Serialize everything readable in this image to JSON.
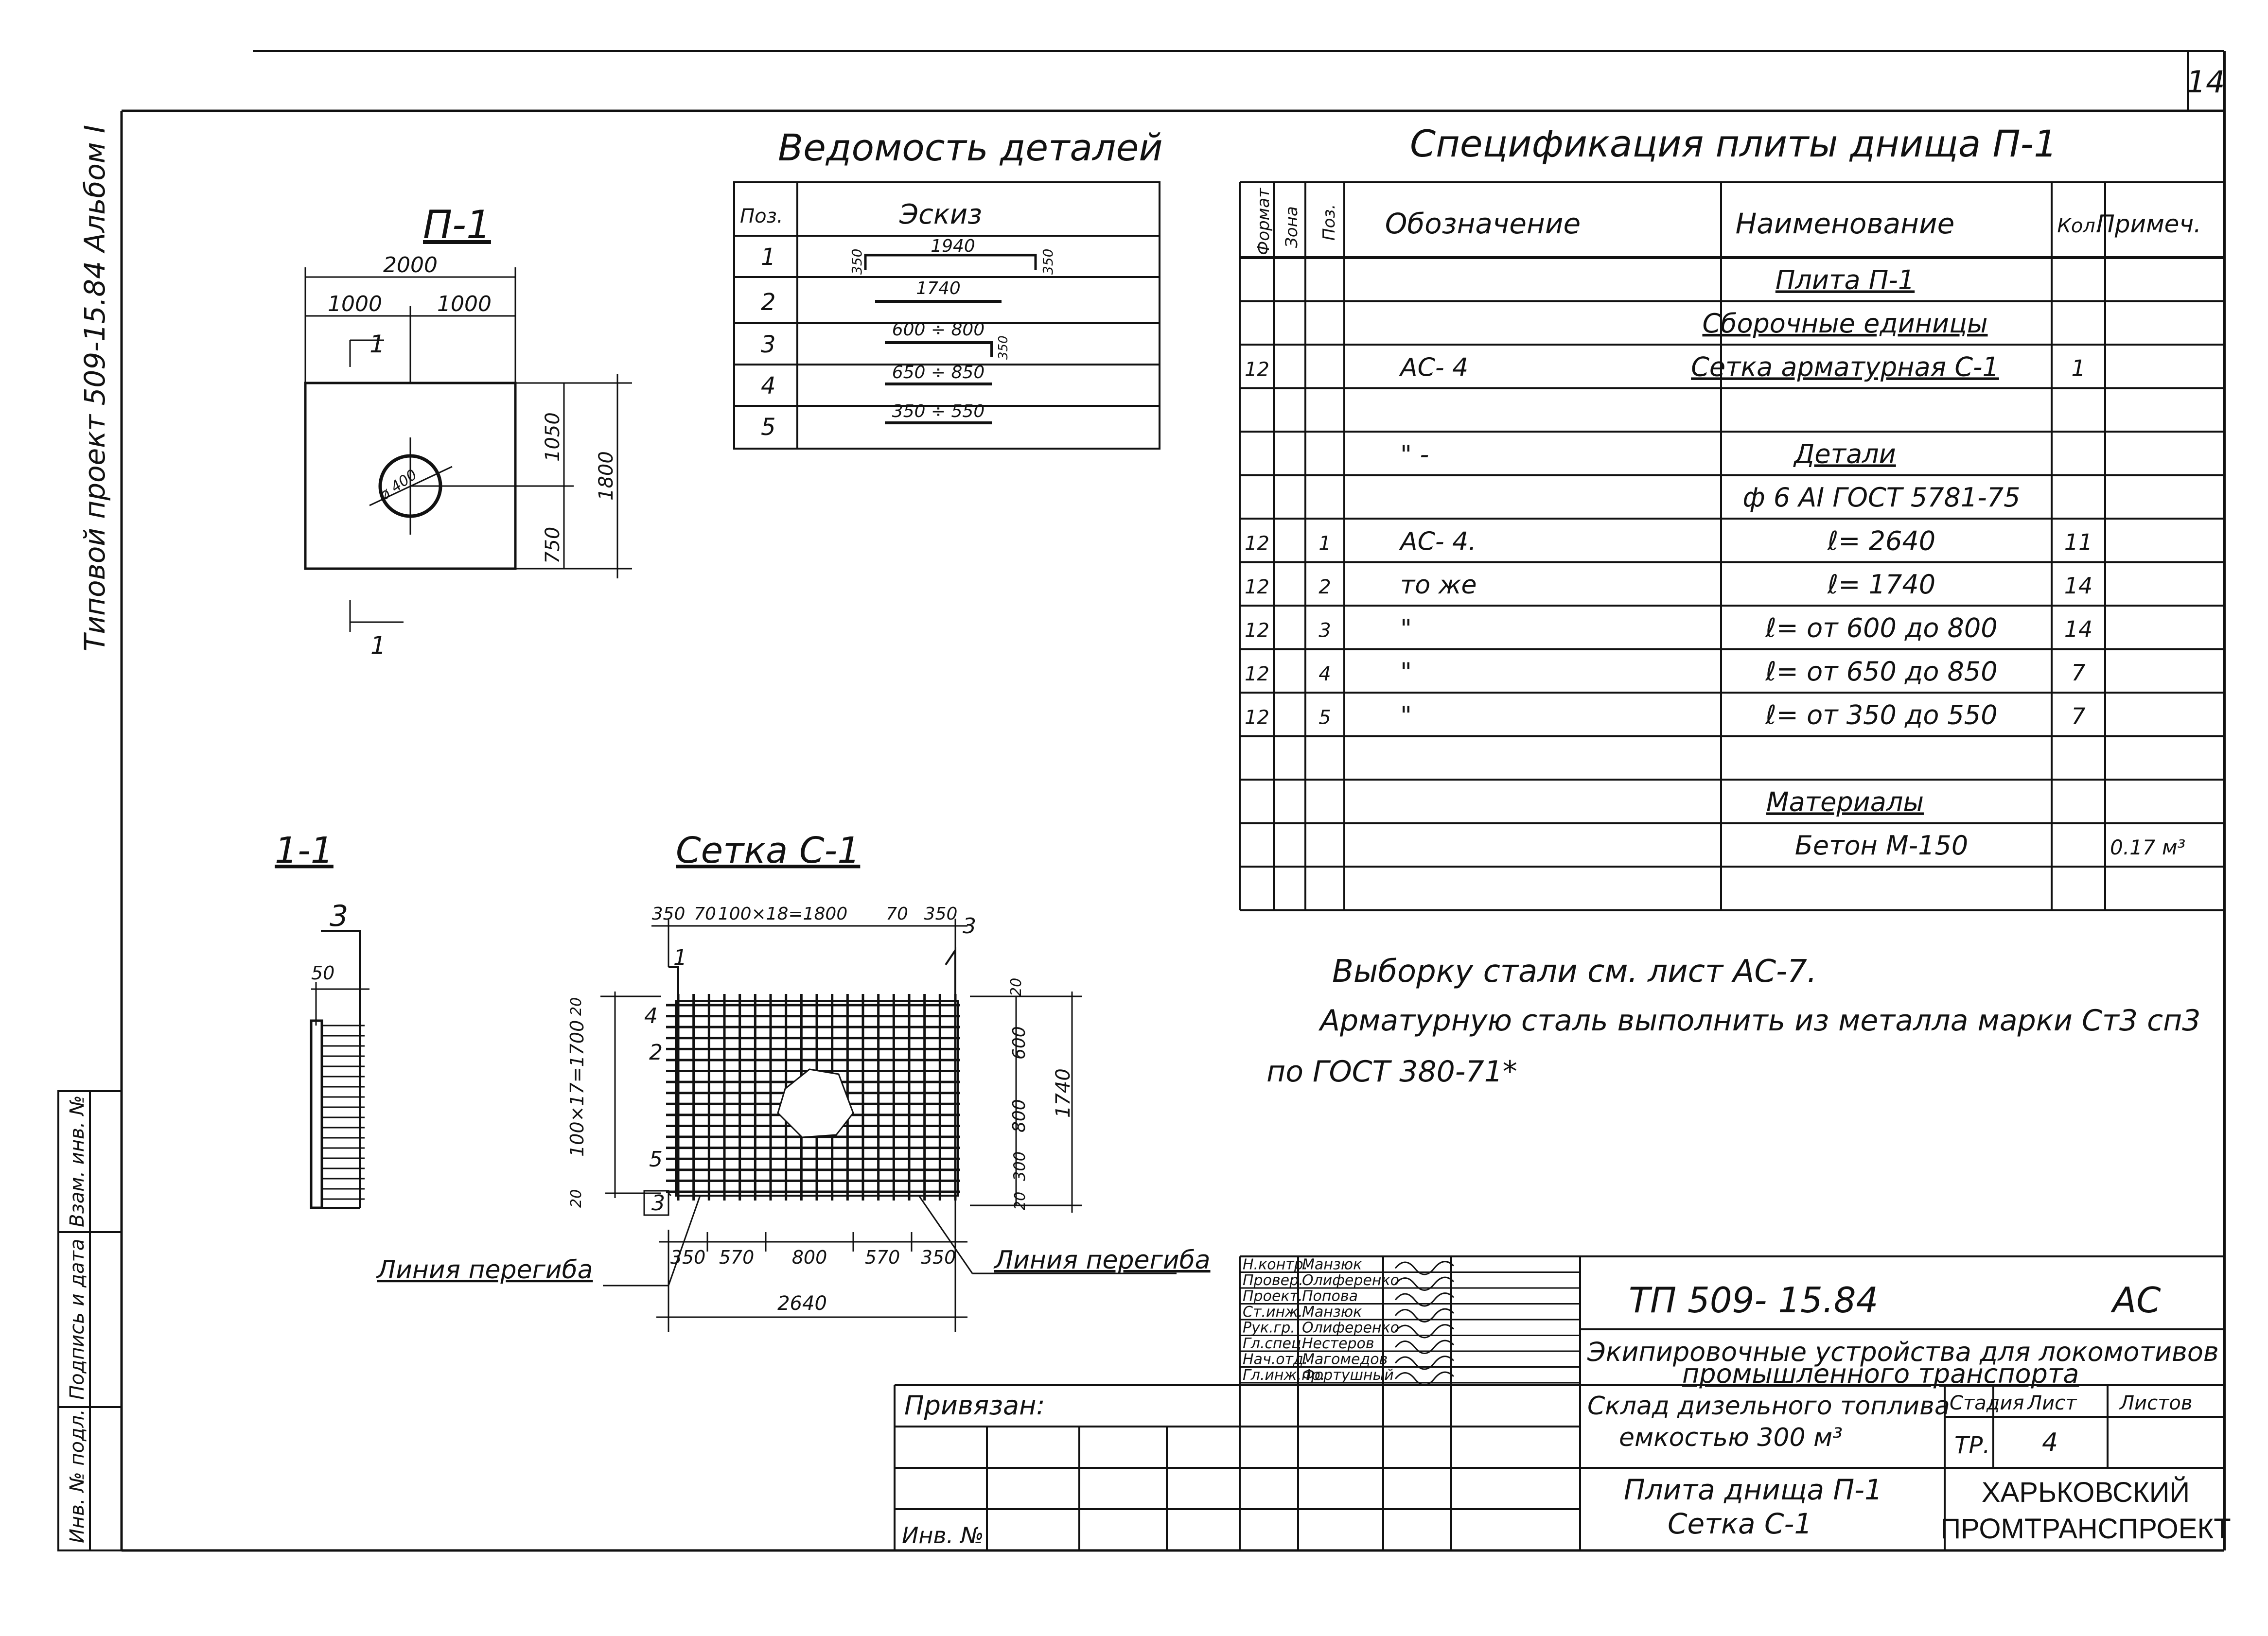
{
  "sheet_number": "14",
  "side_project_label": "Типовой проект 509-15.84 Альбом I",
  "side_stamp_labels": [
    "Инв. № подл.",
    "Подпись и дата",
    "Взам. инв. №"
  ],
  "details_schedule": {
    "title": "Ведомость деталей",
    "col_pos": "Поз.",
    "col_sketch": "Эскиз",
    "rows": [
      {
        "pos": "1",
        "sketch": "1940",
        "left": "350",
        "right": "350"
      },
      {
        "pos": "2",
        "sketch": "1740"
      },
      {
        "pos": "3",
        "sketch": "600 ÷ 800",
        "right": "350"
      },
      {
        "pos": "4",
        "sketch": "650 ÷ 850"
      },
      {
        "pos": "5",
        "sketch": "350 ÷ 550"
      }
    ]
  },
  "spec": {
    "title": "Спецификация плиты днища П-1",
    "headers": {
      "format": "Формат",
      "zone": "Зона",
      "pos": "Поз.",
      "designation": "Обозначение",
      "name": "Наименование",
      "qty": "Кол.",
      "note": "Примеч."
    },
    "rows": [
      {
        "format": "",
        "zone": "",
        "pos": "",
        "designation": "",
        "name": "Плита П-1",
        "qty": "",
        "note": "",
        "u": true
      },
      {
        "format": "",
        "zone": "",
        "pos": "",
        "designation": "",
        "name": "Сборочные единицы",
        "qty": "",
        "note": "",
        "u": true
      },
      {
        "format": "12",
        "zone": "",
        "pos": "",
        "designation": "АС- 4",
        "name": "Сетка арматурная С-1",
        "qty": "1",
        "note": "",
        "u": true
      },
      {
        "format": "",
        "zone": "",
        "pos": "",
        "designation": "",
        "name": "",
        "qty": "",
        "note": ""
      },
      {
        "format": "",
        "zone": "",
        "pos": "",
        "designation": "\" -",
        "name": "Детали",
        "qty": "",
        "note": "",
        "u": true
      },
      {
        "format": "",
        "zone": "",
        "pos": "",
        "designation": "",
        "name": "ф 6 АI  ГОСТ 5781-75",
        "qty": "",
        "note": ""
      },
      {
        "format": "12",
        "zone": "",
        "pos": "1",
        "designation": "АС- 4.",
        "name": "ℓ= 2640",
        "qty": "11",
        "note": ""
      },
      {
        "format": "12",
        "zone": "",
        "pos": "2",
        "designation": "то же",
        "name": "ℓ= 1740",
        "qty": "14",
        "note": ""
      },
      {
        "format": "12",
        "zone": "",
        "pos": "3",
        "designation": "\"",
        "name": "ℓ= от 600 до 800",
        "qty": "14",
        "note": ""
      },
      {
        "format": "12",
        "zone": "",
        "pos": "4",
        "designation": "\"",
        "name": "ℓ= от 650 до 850",
        "qty": "7",
        "note": ""
      },
      {
        "format": "12",
        "zone": "",
        "pos": "5",
        "designation": "\"",
        "name": "ℓ= от 350 до 550",
        "qty": "7",
        "note": ""
      },
      {
        "format": "",
        "zone": "",
        "pos": "",
        "designation": "",
        "name": "",
        "qty": "",
        "note": ""
      },
      {
        "format": "",
        "zone": "",
        "pos": "",
        "designation": "",
        "name": "Материалы",
        "qty": "",
        "note": "",
        "u": true
      },
      {
        "format": "",
        "zone": "",
        "pos": "",
        "designation": "",
        "name": "Бетон М-150",
        "qty": "",
        "note": "0.17 м³"
      },
      {
        "format": "",
        "zone": "",
        "pos": "",
        "designation": "",
        "name": "",
        "qty": "",
        "note": ""
      }
    ]
  },
  "plate": {
    "title": "П-1",
    "dim_total": "2000",
    "dim_half_left": "1000",
    "dim_half_right": "1000",
    "dim_top_part": "1050",
    "dim_bottom_part": "750",
    "dim_height": "1800",
    "hole": "ø 400",
    "section_mark": "1"
  },
  "section": {
    "title": "1-1",
    "pos_label": "3",
    "dim": "50"
  },
  "mesh": {
    "title": "Сетка С-1",
    "top_dims": [
      "350",
      "70",
      "100×18=1800",
      "70",
      "350"
    ],
    "left_dim": "100×17=1700",
    "left_edges": [
      "20",
      "20"
    ],
    "right_dims": [
      "20",
      "600",
      "800",
      "300",
      "20"
    ],
    "right_total": "1740",
    "bottom_dims": [
      "350",
      "570",
      "800",
      "570",
      "350"
    ],
    "bottom_total": "2640",
    "pos_labels": [
      "1",
      "2",
      "3",
      "4",
      "5",
      "3"
    ],
    "bend_left": "Линия перегиба",
    "bend_right": "Линия перегиба"
  },
  "notes": [
    "Выборку стали см. лист АС-7.",
    "Арматурную сталь выполнить из металла марки Ст3 сп3",
    "по ГОСТ 380-71*"
  ],
  "title_block": {
    "signatures": [
      {
        "role": "Н.контр.",
        "name": "Манзюк"
      },
      {
        "role": "Провер.",
        "name": "Олиференко"
      },
      {
        "role": "Проект.",
        "name": "Попова"
      },
      {
        "role": "Ст.инж.",
        "name": "Манзюк"
      },
      {
        "role": "Рук.гр.",
        "name": "Олиференко"
      },
      {
        "role": "Гл.спец.",
        "name": "Нестеров"
      },
      {
        "role": "Нач.отд.",
        "name": "Магомедов"
      },
      {
        "role": "Гл.инж.пр.",
        "name": "Фортушный"
      }
    ],
    "code": "ТП 509- 15.84",
    "mark": "АС",
    "project_line1": "Экипировочные устройства для локомотивов",
    "project_line2": "промышленного транспорта",
    "object_line1": "Склад дизельного топлива",
    "object_line2": "емкостью 300 м³",
    "sheet_line1": "Плита днища П-1",
    "sheet_line2": "Сетка С-1",
    "stage_header": "Стадия",
    "sheet_header": "Лист",
    "sheets_header": "Листов",
    "stage": "ТР.",
    "sheet": "4",
    "sheets": "",
    "org_line1": "ХАРЬКОВСКИЙ",
    "org_line2": "ПРОМТРАНСПРОЕКТ",
    "bound_label": "Привязан:",
    "inv_label": "Инв. №"
  }
}
